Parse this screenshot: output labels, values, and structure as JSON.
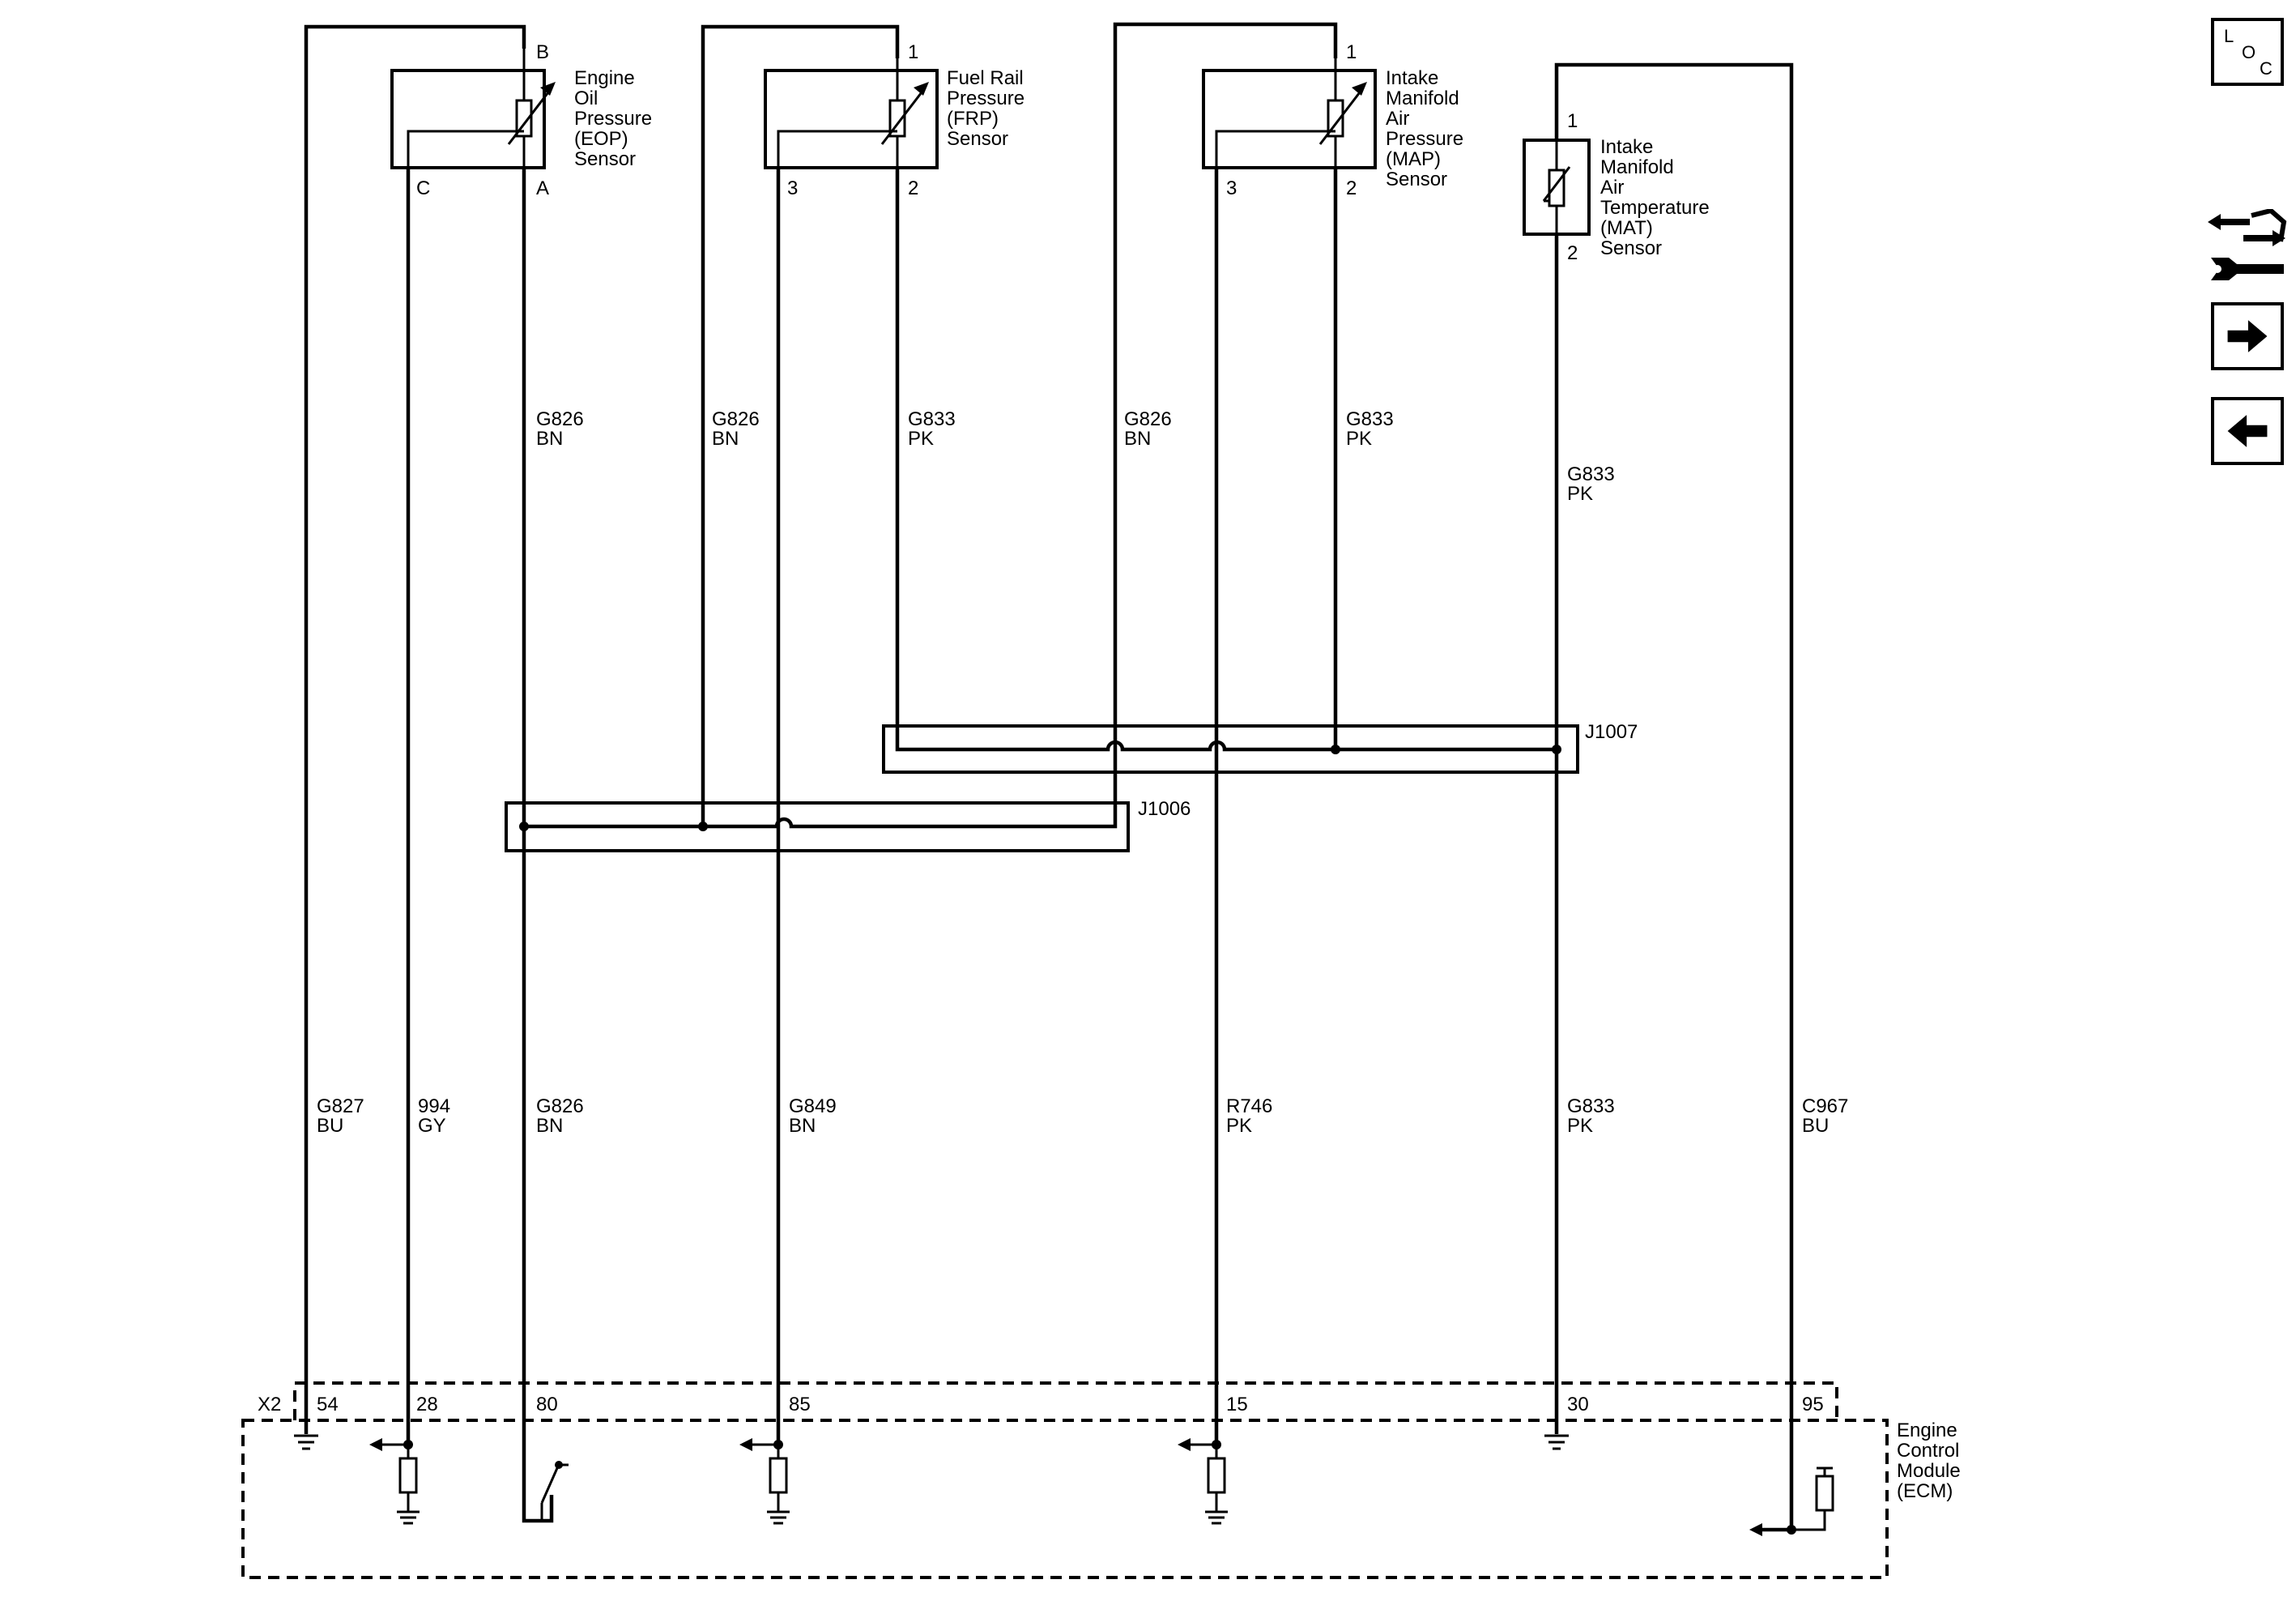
{
  "components": {
    "eop": {
      "name": [
        "Engine",
        "Oil",
        "Pressure",
        "(EOP)",
        "Sensor"
      ],
      "pins": {
        "b": "B",
        "c": "C",
        "a": "A"
      }
    },
    "frp": {
      "name": [
        "Fuel Rail",
        "Pressure",
        "(FRP)",
        "Sensor"
      ],
      "pins": {
        "p1": "1",
        "p3": "3",
        "p2": "2"
      }
    },
    "map": {
      "name": [
        "Intake",
        "Manifold",
        "Air",
        "Pressure",
        "(MAP)",
        "Sensor"
      ],
      "pins": {
        "p1": "1",
        "p3": "3",
        "p2": "2"
      }
    },
    "mat": {
      "name": [
        "Intake",
        "Manifold",
        "Air",
        "Temperature",
        "(MAT)",
        "Sensor"
      ],
      "pins": {
        "p1": "1",
        "p2": "2"
      }
    },
    "ecm": {
      "name": [
        "Engine",
        "Control",
        "Module",
        "(ECM)"
      ],
      "connector": "X2",
      "pins": [
        "54",
        "28",
        "80",
        "85",
        "15",
        "30",
        "95"
      ]
    }
  },
  "splices": {
    "j1006": "J1006",
    "j1007": "J1007"
  },
  "wire_labels": {
    "eop_a_upper": {
      "circuit": "G826",
      "color": "BN"
    },
    "frp_upper_left": {
      "circuit": "G826",
      "color": "BN"
    },
    "frp_2_upper": {
      "circuit": "G833",
      "color": "PK"
    },
    "map_upper_left": {
      "circuit": "G826",
      "color": "BN"
    },
    "map_2_upper": {
      "circuit": "G833",
      "color": "PK"
    },
    "mat_2_upper": {
      "circuit": "G833",
      "color": "PK"
    },
    "ecm_54": {
      "circuit": "G827",
      "color": "BU"
    },
    "ecm_28": {
      "circuit": "994",
      "color": "GY"
    },
    "ecm_80": {
      "circuit": "G826",
      "color": "BN"
    },
    "ecm_85": {
      "circuit": "G849",
      "color": "BN"
    },
    "ecm_15": {
      "circuit": "R746",
      "color": "PK"
    },
    "ecm_30": {
      "circuit": "G833",
      "color": "PK"
    },
    "ecm_95": {
      "circuit": "C967",
      "color": "BU"
    }
  },
  "nav": {
    "loc": {
      "l": "L",
      "o": "O",
      "c": "C"
    }
  }
}
